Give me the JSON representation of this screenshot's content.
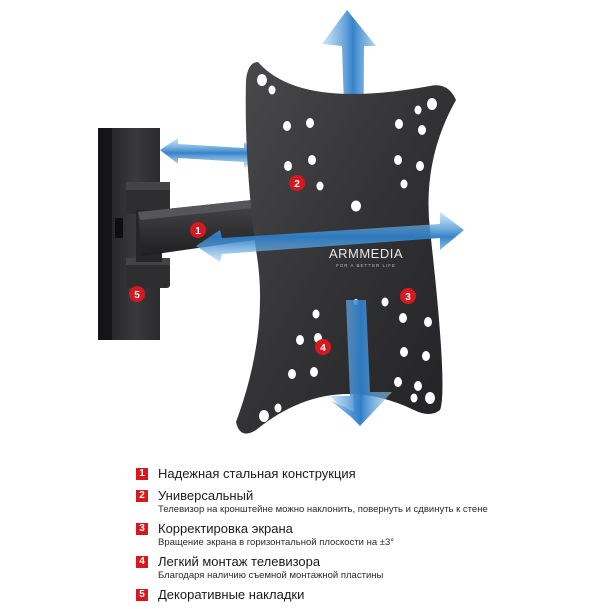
{
  "brand": {
    "name": "ARMMEDIA",
    "tagline": "FOR A BETTER LIFE"
  },
  "colors": {
    "badge": "#d7191f",
    "arrow": "#2b7cc6",
    "mount_metal": "#2f2f31"
  },
  "markers": [
    "1",
    "2",
    "3",
    "4",
    "5"
  ],
  "features": [
    {
      "number": "1",
      "title": "Надежная стальная конструкция",
      "description": ""
    },
    {
      "number": "2",
      "title": "Универсальный",
      "description": "Телевизор на кронштейне можно наклонить, повернуть и сдвинуть к стене"
    },
    {
      "number": "3",
      "title": "Корректировка экрана",
      "description": "Вращение экрана в горизонтальной плоскости на ±3°"
    },
    {
      "number": "4",
      "title": "Легкий монтаж телевизора",
      "description": "Благодаря наличию съемной монтажной пластины"
    },
    {
      "number": "5",
      "title": "Декоративные накладки",
      "description": ""
    }
  ]
}
